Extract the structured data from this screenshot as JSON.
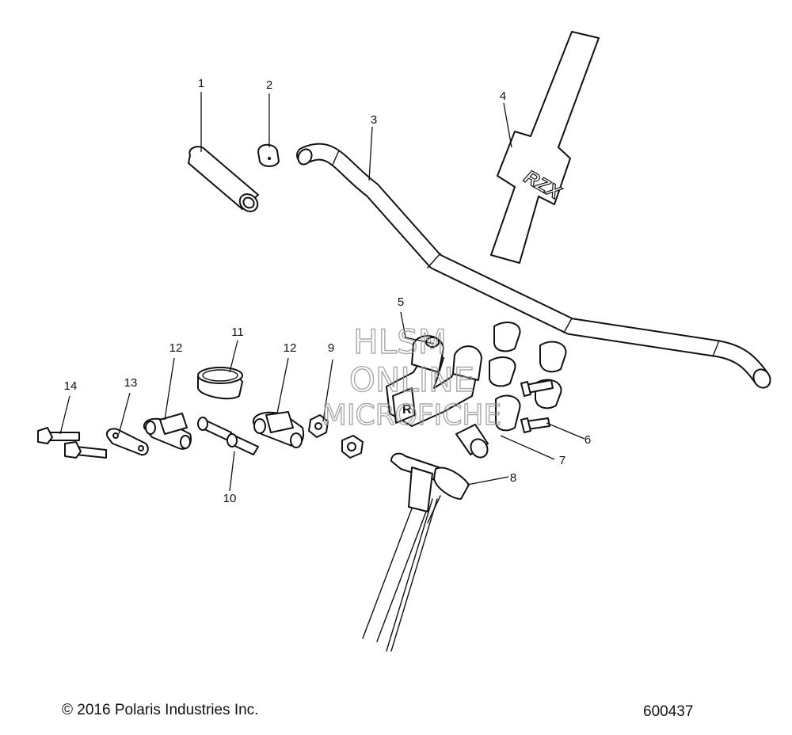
{
  "callouts": [
    "1",
    "2",
    "3",
    "4",
    "5",
    "6",
    "7",
    "8",
    "9",
    "10",
    "11",
    "12",
    "12",
    "13",
    "14"
  ],
  "logo_text": "RZX",
  "watermark": [
    "HLSM",
    "ONLINE",
    "MICROFICHE"
  ],
  "footer": {
    "copyright": "© 2016 Polaris Industries Inc.",
    "diagram_id": "600437"
  }
}
